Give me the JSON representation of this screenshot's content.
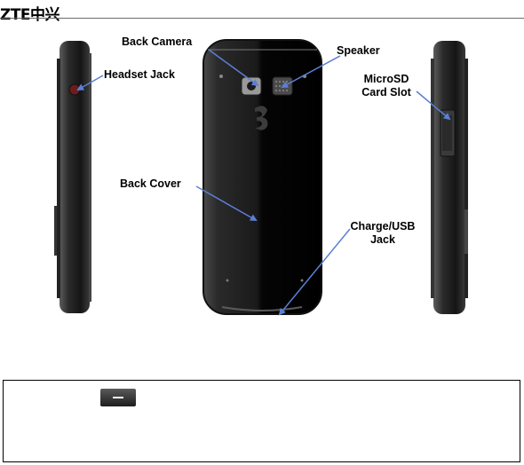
{
  "header": {
    "brand_logo": "ZTE中兴"
  },
  "figure": {
    "labels": {
      "back_camera": "Back Camera",
      "speaker": "Speaker",
      "headset_jack": "Headset Jack",
      "microsd_line1": "MicroSD",
      "microsd_line2": "Card Slot",
      "back_cover": "Back Cover",
      "charge_line1": "Charge/USB",
      "charge_line2": "Jack"
    }
  },
  "note": {
    "key_icon": "minus-key-icon"
  }
}
